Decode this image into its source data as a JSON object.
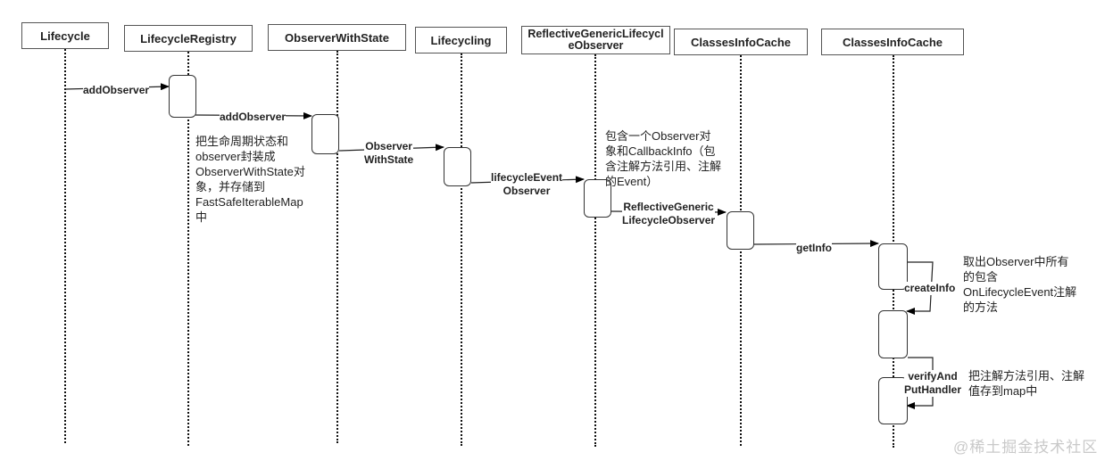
{
  "diagram": {
    "type": "sequence",
    "participants": [
      {
        "id": "lifecycle",
        "label": "Lifecycle"
      },
      {
        "id": "registry",
        "label": "LifecycleRegistry"
      },
      {
        "id": "observer_with_state",
        "label": "ObserverWithState"
      },
      {
        "id": "lifecycling",
        "label": "Lifecycling"
      },
      {
        "id": "reflective",
        "label": "ReflectiveGenericLifecycleObserver"
      },
      {
        "id": "cache1",
        "label": "ClassesInfoCache"
      },
      {
        "id": "cache2",
        "label": "ClassesInfoCache"
      }
    ],
    "messages": [
      {
        "from": "lifecycle",
        "to": "registry",
        "label": "addObserver"
      },
      {
        "from": "registry",
        "to": "observer_with_state",
        "label": "addObserver"
      },
      {
        "from": "observer_with_state",
        "to": "lifecycling",
        "label_line1": "Observer",
        "label_line2": "WithState"
      },
      {
        "from": "lifecycling",
        "to": "reflective",
        "label_line1": "lifecycleEvent",
        "label_line2": "Observer"
      },
      {
        "from": "reflective",
        "to": "cache1",
        "label_line1": "ReflectiveGeneric",
        "label_line2": "LifecycleObserver"
      },
      {
        "from": "cache1",
        "to": "cache2",
        "label": "getInfo"
      },
      {
        "from": "cache2",
        "to": "cache2",
        "label": "createInfo"
      },
      {
        "from": "cache2",
        "to": "cache2",
        "label_line1": "verifyAnd",
        "label_line2": "PutHandler"
      }
    ],
    "notes": {
      "registry_note": [
        "把生命周期状态和",
        "observer封装成",
        "ObserverWithState对",
        "象，并存储到",
        "FastSafeIterableMap",
        "中"
      ],
      "reflective_note": [
        "包含一个Observer对",
        "象和CallbackInfo（包",
        "含注解方法引用、注解",
        "的Event）"
      ],
      "create_info_note": [
        "取出Observer中所有",
        "的包含",
        "OnLifecycleEvent注解",
        "的方法"
      ],
      "verify_note": [
        "把注解方法引用、注解",
        "值存到map中"
      ]
    }
  },
  "watermark": "@稀土掘金技术社区"
}
